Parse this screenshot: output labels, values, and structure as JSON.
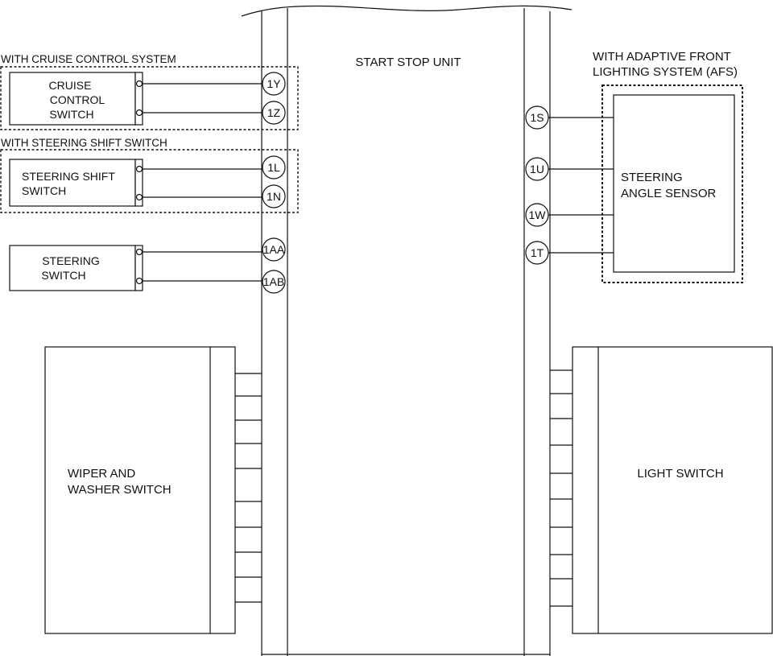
{
  "unit_title": "START STOP UNIT",
  "groups": {
    "cruise": {
      "header": "WITH CRUISE CONTROL SYSTEM",
      "label": [
        "CRUISE",
        "CONTROL",
        "SWITCH"
      ],
      "pins": [
        "1Y",
        "1Z"
      ]
    },
    "shift": {
      "header": "WITH STEERING SHIFT SWITCH",
      "label": [
        "STEERING SHIFT",
        "SWITCH"
      ],
      "pins": [
        "1L",
        "1N"
      ]
    },
    "steering": {
      "label": [
        "STEERING",
        "SWITCH"
      ],
      "pins": [
        "1AA",
        "1AB"
      ]
    },
    "afs": {
      "header": [
        "WITH ADAPTIVE FRONT",
        "LIGHTING SYSTEM (AFS)"
      ],
      "label": [
        "STEERING",
        "ANGLE SENSOR"
      ],
      "pins": [
        "1S",
        "1U",
        "1W",
        "1T"
      ]
    },
    "wiper": {
      "label": [
        "WIPER AND",
        "WASHER SWITCH"
      ]
    },
    "light": {
      "label": [
        "LIGHT SWITCH"
      ]
    }
  }
}
